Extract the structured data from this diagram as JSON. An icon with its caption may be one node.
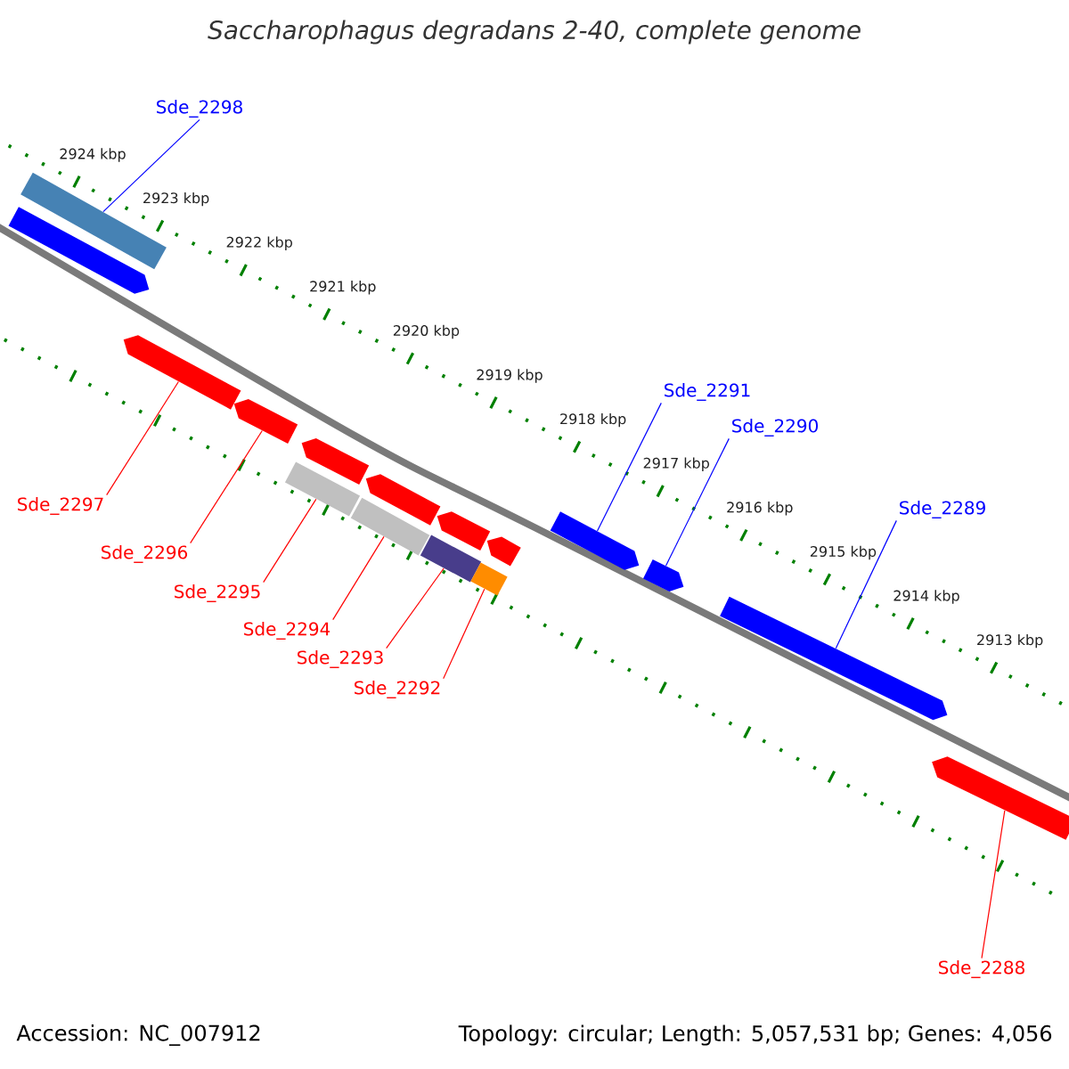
{
  "diagram": {
    "title": "Saccharophagus degradans 2-40, complete genome",
    "nodes": [
      {
        "text": [
          "Sde_2298"
        ]
      },
      {
        "text": [
          "Sde_2297"
        ]
      },
      {
        "text": [
          "Sde_2296"
        ]
      },
      {
        "text": [
          "Sde_2295"
        ]
      },
      {
        "text": [
          "Sde_2294"
        ]
      },
      {
        "text": [
          "Sde_2293"
        ]
      },
      {
        "text": [
          "Sde_2292"
        ]
      },
      {
        "text": [
          "Sde_2291"
        ]
      },
      {
        "text": [
          "Sde_2290"
        ]
      },
      {
        "text": [
          "Sde_2289"
        ]
      },
      {
        "text": [
          "Sde_2288"
        ]
      },
      {
        "text": [],
        "shape": "bar"
      },
      {
        "text": [],
        "shape": "pentagon"
      },
      {
        "text": [],
        "shape": "pentagon"
      },
      {
        "text": [],
        "shape": "pentagon"
      },
      {
        "text": [],
        "shape": "pentagon"
      },
      {
        "text": [],
        "shape": "pentagon"
      },
      {
        "text": [],
        "shape": "pentagon"
      },
      {
        "text": [],
        "shape": "pentagon"
      },
      {
        "text": [],
        "shape": "bar"
      },
      {
        "text": [],
        "shape": "bar"
      },
      {
        "text": [],
        "shape": "bar"
      },
      {
        "text": [],
        "shape": "bar"
      },
      {
        "text": [],
        "shape": "pentagon"
      },
      {
        "text": [],
        "shape": "pentagon"
      },
      {
        "text": [],
        "shape": "pentagon"
      },
      {
        "text": [],
        "shape": "pentagon"
      }
    ],
    "edges": [
      {
        "from": 0,
        "to": 11,
        "arrow": "none",
        "color": "#0000ff"
      },
      {
        "from": 1,
        "to": 13,
        "arrow": "none"
      },
      {
        "from": 2,
        "to": 14,
        "arrow": "none"
      },
      {
        "from": 3,
        "to": 19,
        "arrow": "none"
      },
      {
        "from": 4,
        "to": 20,
        "arrow": "none"
      },
      {
        "from": 5,
        "to": 21,
        "arrow": "none"
      },
      {
        "from": 6,
        "to": 22,
        "arrow": "none"
      },
      {
        "from": 7,
        "to": 23,
        "arrow": "none",
        "color": "#0000ff"
      },
      {
        "from": 8,
        "to": 24,
        "arrow": "none",
        "color": "#0000ff"
      },
      {
        "from": 9,
        "to": 25,
        "arrow": "none",
        "color": "#0000ff"
      },
      {
        "from": 10,
        "to": 26,
        "arrow": "none"
      }
    ],
    "labels": [
      "2924 kbp",
      "2923 kbp",
      "2922 kbp",
      "2921 kbp",
      "2920 kbp",
      "2919 kbp",
      "2918 kbp",
      "2917 kbp",
      "2916 kbp",
      "2915 kbp",
      "2914 kbp",
      "2913 kbp",
      "Accession: NC_007912",
      "Topology: circular; Length: 5,057,531 bp; Genes: 4,056"
    ]
  }
}
